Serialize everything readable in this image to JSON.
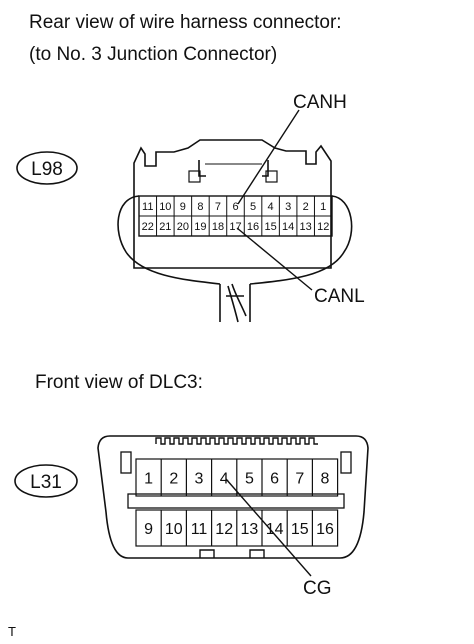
{
  "captions": {
    "connector_title": "Rear view of wire harness connector:",
    "connector_subtitle": "(to No. 3 Junction Connector)",
    "dlc3_title": "Front view of DLC3:"
  },
  "connector_l98": {
    "id_label": "L98",
    "row_top": [
      "11",
      "10",
      "9",
      "8",
      "7",
      "6",
      "5",
      "4",
      "3",
      "2",
      "1"
    ],
    "row_bottom": [
      "22",
      "21",
      "20",
      "19",
      "18",
      "17",
      "16",
      "15",
      "14",
      "13",
      "12"
    ],
    "callout_high": "CANH",
    "callout_low": "CANL"
  },
  "connector_l31": {
    "id_label": "L31",
    "row_top": [
      "1",
      "2",
      "3",
      "4",
      "5",
      "6",
      "7",
      "8"
    ],
    "row_bottom": [
      "9",
      "10",
      "11",
      "12",
      "13",
      "14",
      "15",
      "16"
    ],
    "callout_ground": "CG"
  },
  "footer": {
    "mark": "T"
  }
}
